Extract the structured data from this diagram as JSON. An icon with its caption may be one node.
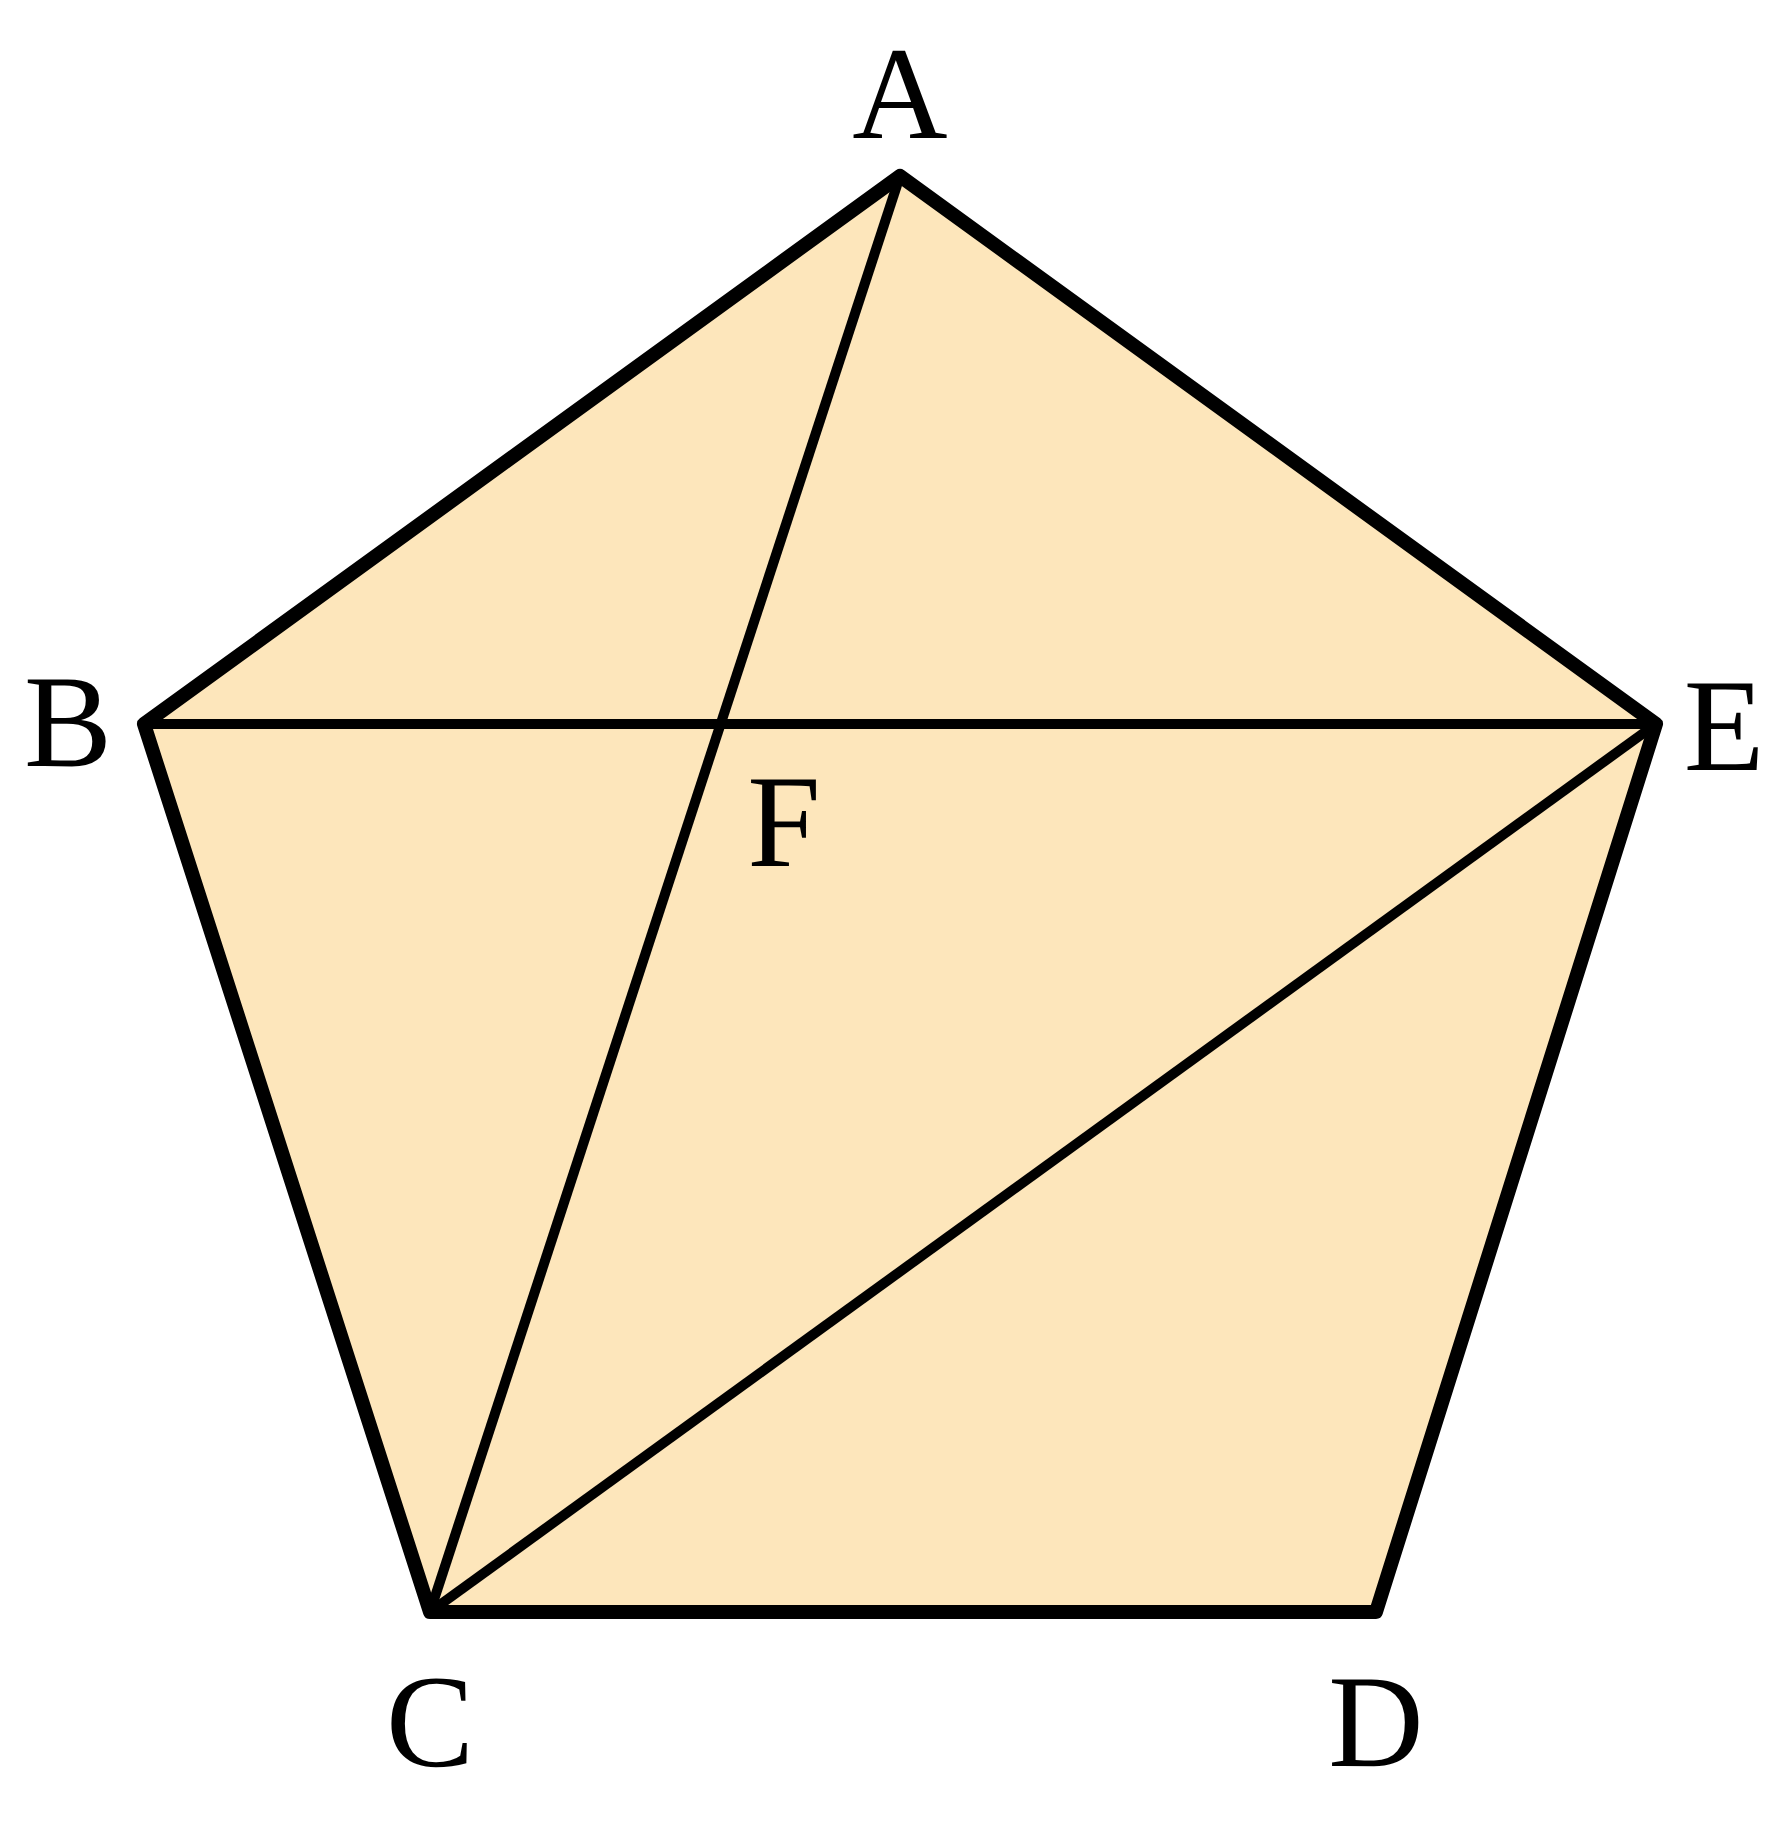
{
  "diagram": {
    "labels": [
      "A",
      "B",
      "E",
      "F",
      "C",
      "D"
    ]
  }
}
